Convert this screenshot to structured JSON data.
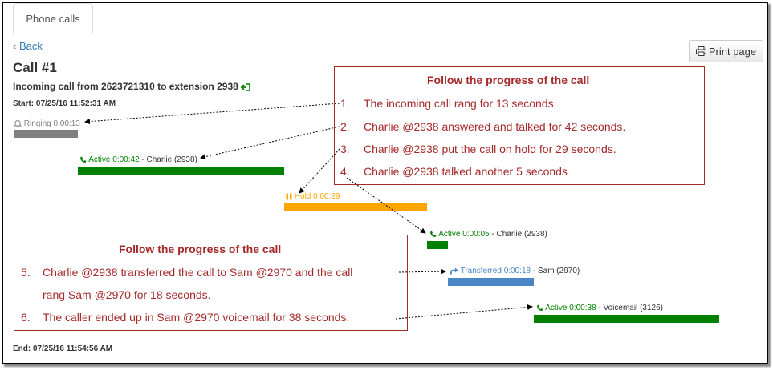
{
  "tabs": [
    {
      "label": "Phone calls"
    }
  ],
  "back_label": "‹ Back",
  "print_label": "Print page",
  "call": {
    "title": "Call #1",
    "subtitle": "Incoming call from 2623721310 to extension 2938",
    "start": "Start: 07/25/16 11:52:31 AM",
    "end": "End: 07/25/16 11:54:56 AM"
  },
  "events": [
    {
      "label": "Ringing 0:00:13",
      "who": "",
      "color": "#808080"
    },
    {
      "label": "Active 0:00:42",
      "who": " - Charlie (2938)",
      "color": "#008000"
    },
    {
      "label": "Hold 0:00:29",
      "who": "",
      "color": "#ffa500"
    },
    {
      "label": "Active 0:00:05",
      "who": " - Charlie (2938)",
      "color": "#008000"
    },
    {
      "label": "Transferred 0:00:18",
      "who": " - Sam (2970)",
      "color": "#4a86c5"
    },
    {
      "label": "Active 0:00:38",
      "who": " - Voicemail (3126)",
      "color": "#008000"
    }
  ],
  "annotation1": {
    "heading": "Follow the progress of the call",
    "steps": [
      {
        "num": "1.",
        "text": "The incoming call rang for 13 seconds."
      },
      {
        "num": "2.",
        "text": "Charlie @2938 answered and talked for 42 seconds."
      },
      {
        "num": "3.",
        "text": "Charlie @2938 put the call on hold for 29 seconds."
      },
      {
        "num": "4.",
        "text": "Charlie @2938 talked another 5 seconds"
      }
    ]
  },
  "annotation2": {
    "heading": "Follow the progress of the call",
    "steps": [
      {
        "num": "5.",
        "text": "Charlie @2938 transferred the call to Sam @2970 and the call",
        "cont": "rang Sam @2970 for 18 seconds."
      },
      {
        "num": "6.",
        "text": "The caller ended up in Sam @2970 voicemail for 38 seconds."
      }
    ]
  },
  "colors": {
    "annotation": "#a52a2a",
    "link": "#337ab7"
  }
}
